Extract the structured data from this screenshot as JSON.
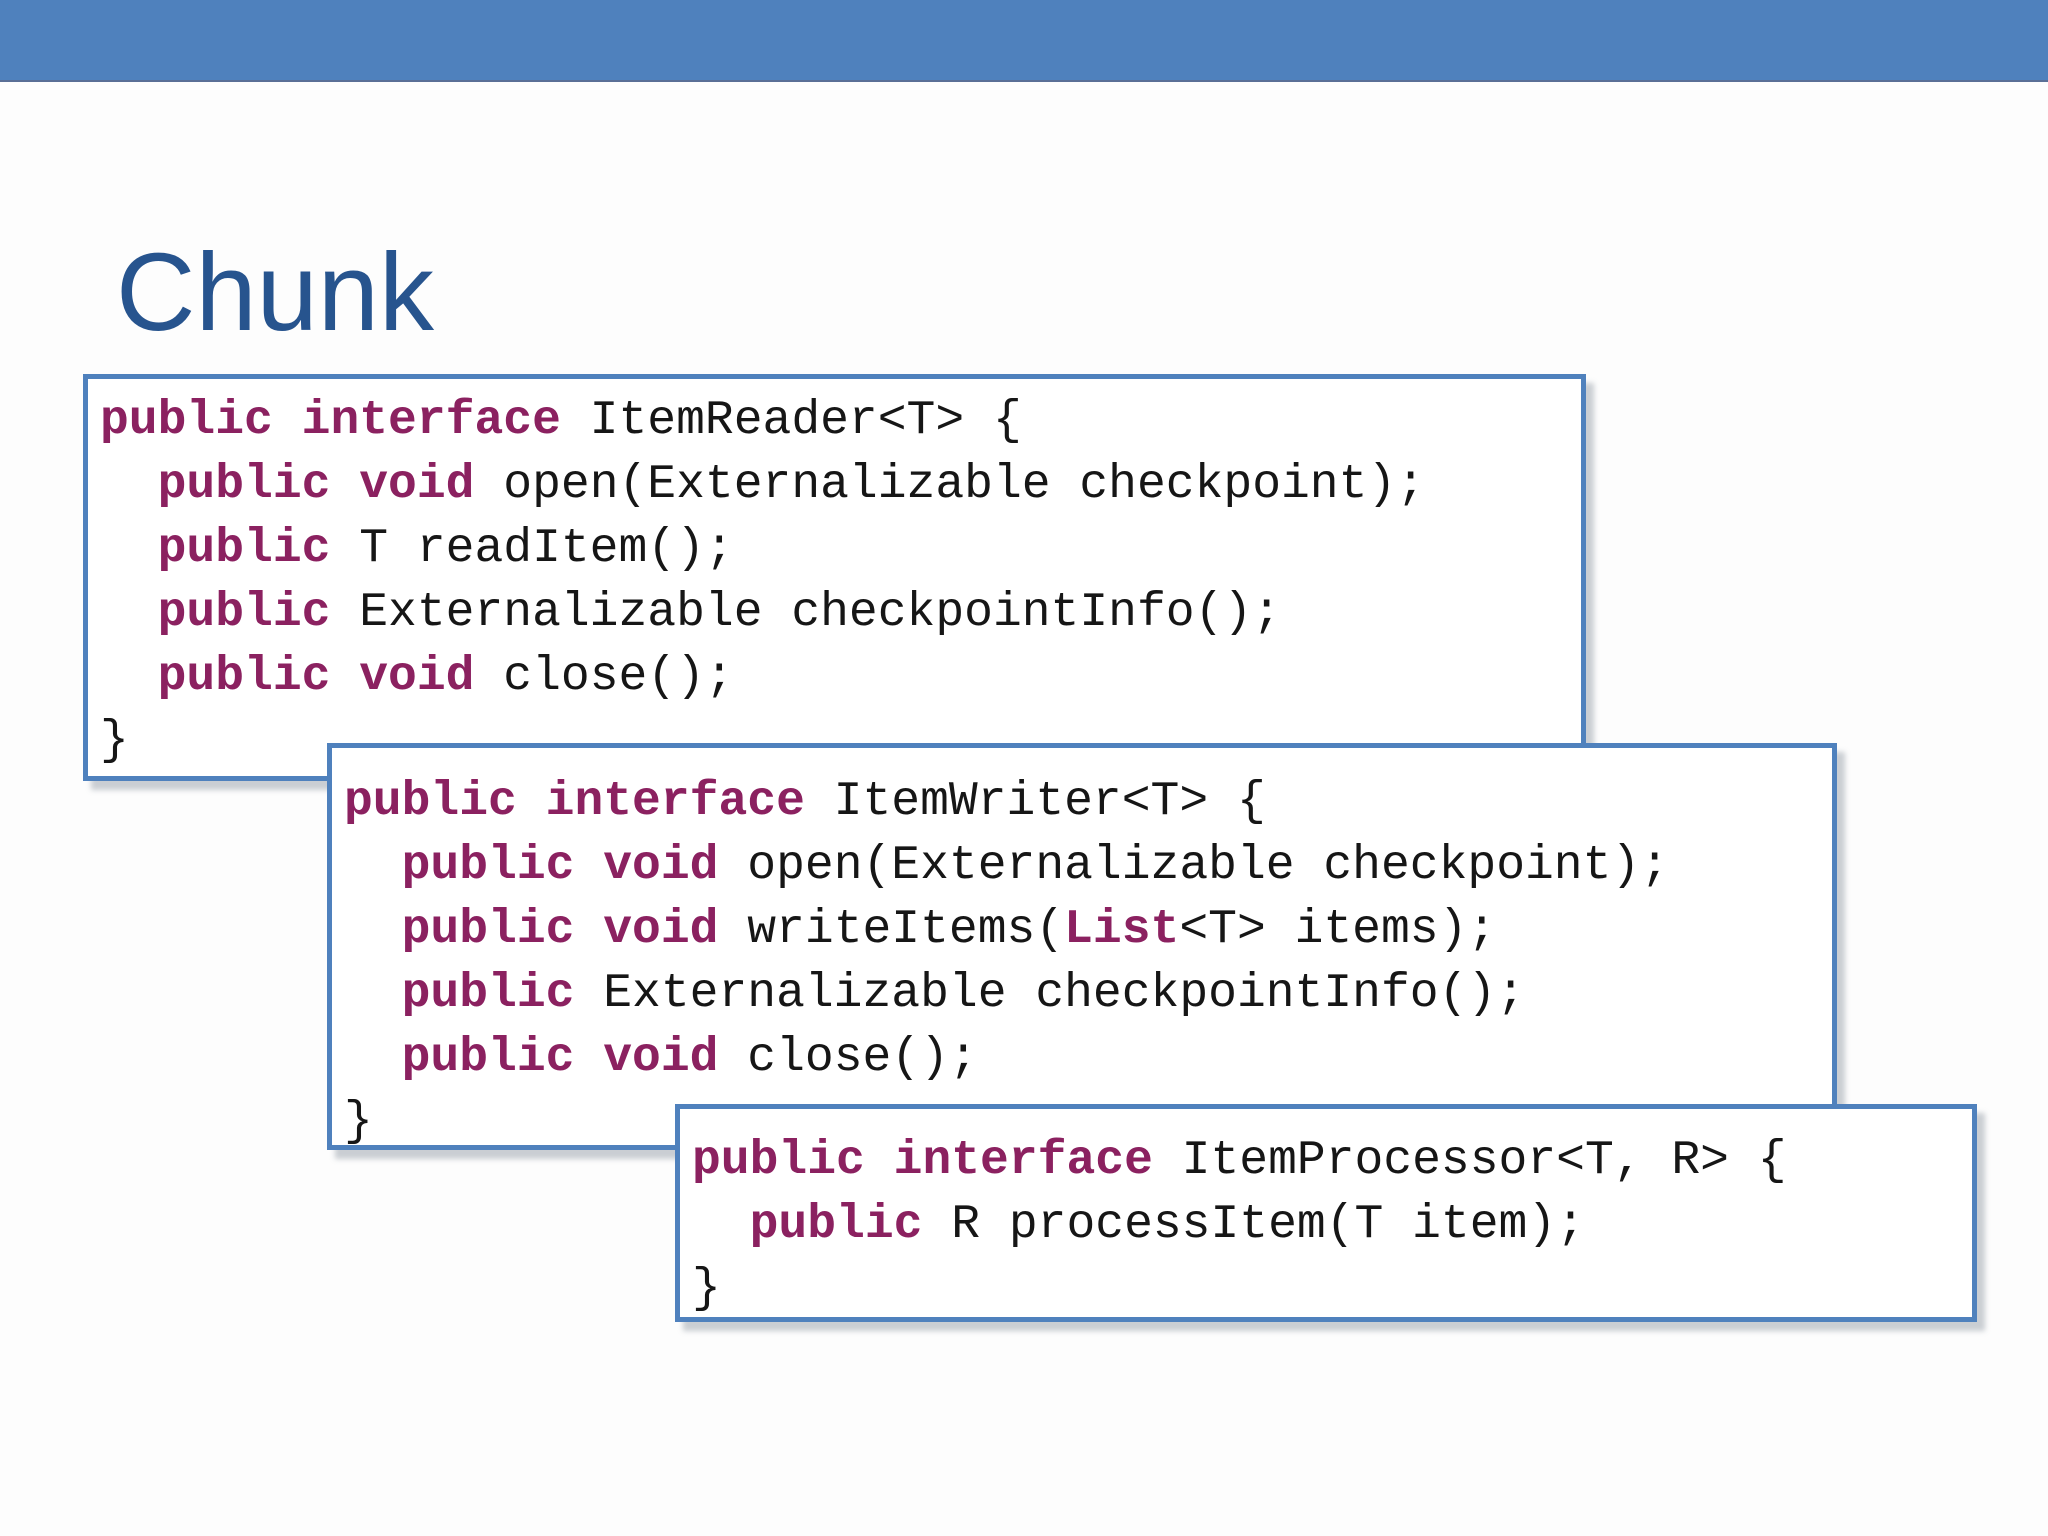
{
  "title": "Chunk",
  "colors": {
    "top_bar": "#4f81bd",
    "title": "#27548e",
    "keyword": "#8b2160",
    "code": "#161616",
    "box_border": "#4f81bd",
    "background": "#fdfdfd",
    "box_bg": "#ffffff"
  },
  "code_boxes": [
    {
      "id": "item-reader",
      "lines": [
        [
          {
            "t": "public interface",
            "kw": true
          },
          {
            "t": " ItemReader<T> {"
          }
        ],
        [
          {
            "t": "  "
          },
          {
            "t": "public void",
            "kw": true
          },
          {
            "t": " open(Externalizable checkpoint);"
          }
        ],
        [
          {
            "t": "  "
          },
          {
            "t": "public",
            "kw": true
          },
          {
            "t": " T readItem();"
          }
        ],
        [
          {
            "t": "  "
          },
          {
            "t": "public",
            "kw": true
          },
          {
            "t": " Externalizable checkpointInfo();"
          }
        ],
        [
          {
            "t": "  "
          },
          {
            "t": "public void",
            "kw": true
          },
          {
            "t": " close();"
          }
        ],
        [
          {
            "t": "}"
          }
        ]
      ]
    },
    {
      "id": "item-writer",
      "lines": [
        [
          {
            "t": "public interface",
            "kw": true
          },
          {
            "t": " ItemWriter<T> {"
          }
        ],
        [
          {
            "t": "  "
          },
          {
            "t": "public void",
            "kw": true
          },
          {
            "t": " open(Externalizable checkpoint);"
          }
        ],
        [
          {
            "t": "  "
          },
          {
            "t": "public void",
            "kw": true
          },
          {
            "t": " writeItems("
          },
          {
            "t": "List",
            "kw": true
          },
          {
            "t": "<T> items);"
          }
        ],
        [
          {
            "t": "  "
          },
          {
            "t": "public",
            "kw": true
          },
          {
            "t": " Externalizable checkpointInfo();"
          }
        ],
        [
          {
            "t": "  "
          },
          {
            "t": "public void",
            "kw": true
          },
          {
            "t": " close();"
          }
        ],
        [
          {
            "t": "}"
          }
        ]
      ]
    },
    {
      "id": "item-processor",
      "lines": [
        [
          {
            "t": "public interface",
            "kw": true
          },
          {
            "t": " ItemProcessor<T, R> {"
          }
        ],
        [
          {
            "t": "  "
          },
          {
            "t": "public",
            "kw": true
          },
          {
            "t": " R processItem(T item);"
          }
        ],
        [
          {
            "t": "}"
          }
        ]
      ]
    }
  ]
}
